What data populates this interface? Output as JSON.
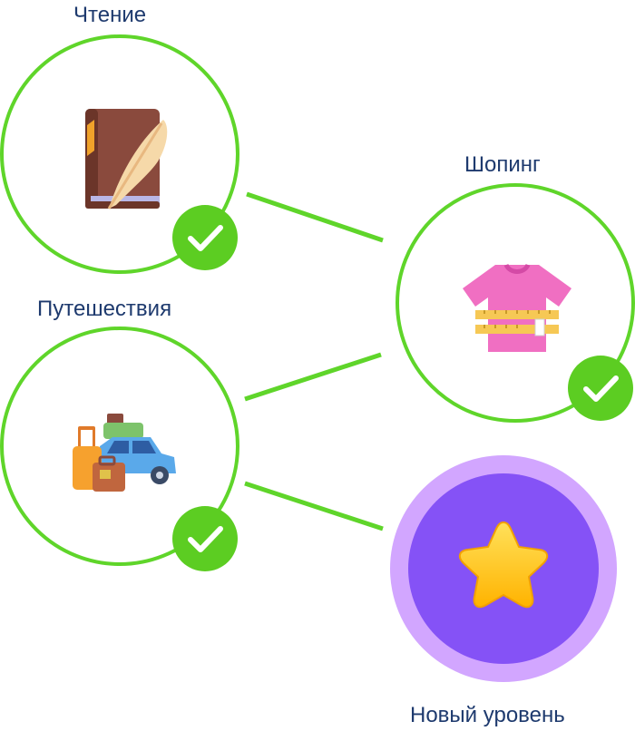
{
  "nodes": {
    "reading": {
      "label": "Чтение",
      "icon": "book-quill-icon",
      "completed": true
    },
    "shopping": {
      "label": "Шопинг",
      "icon": "tshirt-measuring-tape-icon",
      "completed": true
    },
    "travel": {
      "label": "Путешествия",
      "icon": "car-luggage-icon",
      "completed": true
    },
    "new_level": {
      "label": "Новый уровень",
      "icon": "star-icon",
      "completed": false
    }
  },
  "colors": {
    "ring_green": "#5fd52a",
    "check_green": "#5ccd22",
    "label_text": "#1e3a6e",
    "level_outer": "#d2a6ff",
    "level_inner": "#8552f6",
    "star": "#ffc400"
  }
}
